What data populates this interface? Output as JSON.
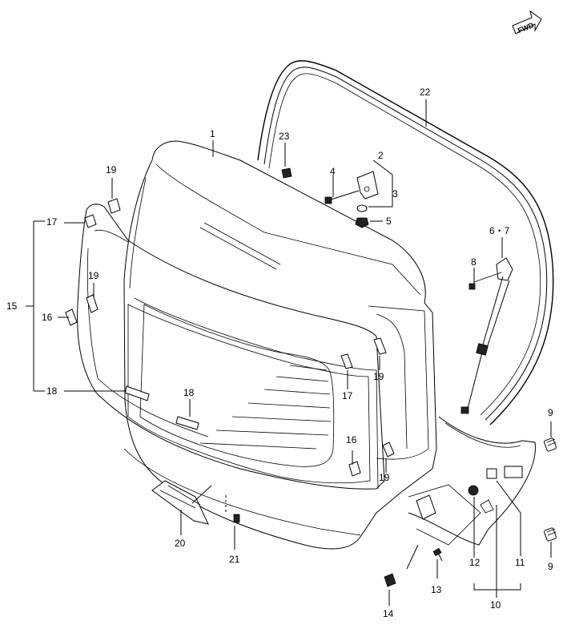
{
  "direction_label": "FWD",
  "callouts": [
    {
      "id": "c1",
      "text": "1"
    },
    {
      "id": "c2",
      "text": "2"
    },
    {
      "id": "c3",
      "text": "3"
    },
    {
      "id": "c4",
      "text": "4"
    },
    {
      "id": "c5",
      "text": "5"
    },
    {
      "id": "c67",
      "text": "6・7"
    },
    {
      "id": "c8",
      "text": "8"
    },
    {
      "id": "c9a",
      "text": "9"
    },
    {
      "id": "c9b",
      "text": "9"
    },
    {
      "id": "c10",
      "text": "10"
    },
    {
      "id": "c11",
      "text": "11"
    },
    {
      "id": "c12",
      "text": "12"
    },
    {
      "id": "c13",
      "text": "13"
    },
    {
      "id": "c14",
      "text": "14"
    },
    {
      "id": "c15",
      "text": "15"
    },
    {
      "id": "c16a",
      "text": "16"
    },
    {
      "id": "c16b",
      "text": "16"
    },
    {
      "id": "c17a",
      "text": "17"
    },
    {
      "id": "c17b",
      "text": "17"
    },
    {
      "id": "c18a",
      "text": "18"
    },
    {
      "id": "c18b",
      "text": "18"
    },
    {
      "id": "c19a",
      "text": "19"
    },
    {
      "id": "c19b",
      "text": "19"
    },
    {
      "id": "c19c",
      "text": "19"
    },
    {
      "id": "c19d",
      "text": "19"
    },
    {
      "id": "c20",
      "text": "20"
    },
    {
      "id": "c21",
      "text": "21"
    },
    {
      "id": "c22",
      "text": "22"
    },
    {
      "id": "c23",
      "text": "23"
    }
  ]
}
